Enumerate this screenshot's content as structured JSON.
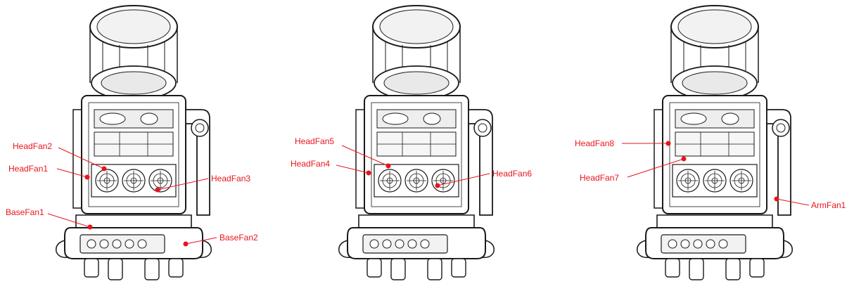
{
  "colors": {
    "label": "#e8141c",
    "line": "#1a1a1a",
    "fill": "#ffffff",
    "shade": "#d9d9d9"
  },
  "fixtures": [
    {
      "labels": [
        {
          "text": "HeadFan2"
        },
        {
          "text": "HeadFan1"
        },
        {
          "text": "HeadFan3"
        },
        {
          "text": "BaseFan1"
        },
        {
          "text": "BaseFan2"
        }
      ]
    },
    {
      "labels": [
        {
          "text": "HeadFan5"
        },
        {
          "text": "HeadFan4"
        },
        {
          "text": "HeadFan6"
        }
      ]
    },
    {
      "labels": [
        {
          "text": "HeadFan8"
        },
        {
          "text": "HeadFan7"
        },
        {
          "text": "ArmFan1"
        }
      ]
    }
  ]
}
